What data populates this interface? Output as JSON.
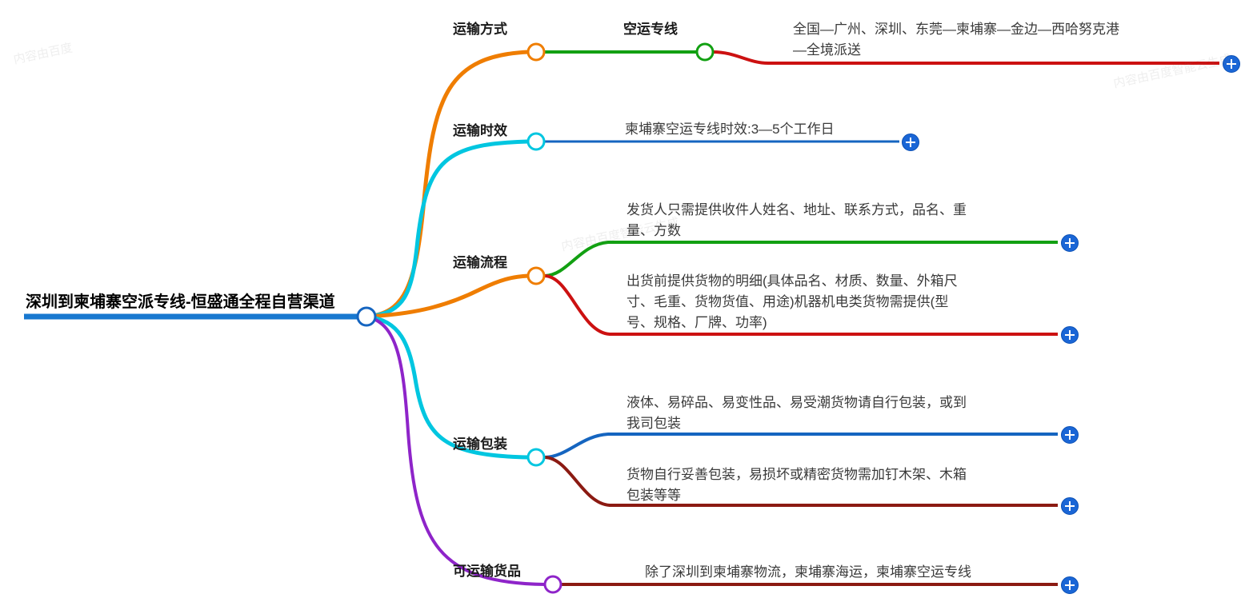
{
  "diagram": {
    "type": "mindmap",
    "root": {
      "label": "深圳到柬埔寨空派专线-恒盛通全程自营渠道",
      "underline_color": "#1878d0",
      "node_color": "#1565c0"
    },
    "branches": [
      {
        "label": "运输方式",
        "node_color": "#ef7d00",
        "stem_color": "#ef7d00",
        "children": [
          {
            "label": "空运专线",
            "node_color": "#12a012",
            "line_color": "#12a012",
            "children": [
              {
                "text_lines": [
                  "全国—广州、深圳、东莞—柬埔寨—金边—西哈努克港",
                  "—全境派送"
                ],
                "line_color": "#cc1111",
                "plus": "+"
              }
            ]
          }
        ]
      },
      {
        "label": "运输时效",
        "node_color": "#00c6e0",
        "stem_color": "#00c6e0",
        "children": [
          {
            "text_lines": [
              "柬埔寨空运专线时效:3—5个工作日"
            ],
            "line_color": "#1565c0",
            "plus": "+"
          }
        ]
      },
      {
        "label": "运输流程",
        "node_color": "#ef7d00",
        "stem_color": "#ef7d00",
        "children": [
          {
            "text_lines": [
              "发货人只需提供收件人姓名、地址、联系方式，品名、重",
              "量、方数"
            ],
            "line_color": "#12a012",
            "plus": "+"
          },
          {
            "text_lines": [
              "出货前提供货物的明细(具体品名、材质、数量、外箱尺",
              "寸、毛重、货物货值、用途)机器机电类货物需提供(型",
              "号、规格、厂牌、功率)"
            ],
            "line_color": "#cc1111",
            "plus": "+"
          }
        ]
      },
      {
        "label": "运输包装",
        "node_color": "#00c6e0",
        "stem_color": "#00c6e0",
        "children": [
          {
            "text_lines": [
              "液体、易碎品、易变性品、易受潮货物请自行包装，或到",
              "我司包装"
            ],
            "line_color": "#1565c0",
            "plus": "+"
          },
          {
            "text_lines": [
              "货物自行妥善包装，易损坏或精密货物需加钉木架、木箱",
              "包装等等"
            ],
            "line_color": "#8b1a12",
            "plus": "+"
          }
        ]
      },
      {
        "label": "可运输货品",
        "node_color": "#8e24c9",
        "stem_color": "#8e24c9",
        "children": [
          {
            "text_lines": [
              "除了深圳到柬埔寨物流，柬埔寨海运，柬埔寨空运专线"
            ],
            "line_color": "#8b1a12",
            "plus": "+"
          }
        ]
      }
    ]
  },
  "labels": {
    "b0": "运输方式",
    "b0c0": "空运专线",
    "b0c0l0_line0": "全国—广州、深圳、东莞—柬埔寨—金边—西哈努克港",
    "b0c0l0_line1": "—全境派送",
    "b1": "运输时效",
    "b1c0_line0": "柬埔寨空运专线时效:3—5个工作日",
    "b2": "运输流程",
    "b2c0_line0": "发货人只需提供收件人姓名、地址、联系方式，品名、重",
    "b2c0_line1": "量、方数",
    "b2c1_line0": "出货前提供货物的明细(具体品名、材质、数量、外箱尺",
    "b2c1_line1": "寸、毛重、货物货值、用途)机器机电类货物需提供(型",
    "b2c1_line2": "号、规格、厂牌、功率)",
    "b3": "运输包装",
    "b3c0_line0": "液体、易碎品、易变性品、易受潮货物请自行包装，或到",
    "b3c0_line1": "我司包装",
    "b3c1_line0": "货物自行妥善包装，易损坏或精密货物需加钉木架、木箱",
    "b3c1_line1": "包装等等",
    "b4": "可运输货品",
    "b4c0_line0": "除了深圳到柬埔寨物流，柬埔寨海运，柬埔寨空运专线",
    "root": "深圳到柬埔寨空派专线-恒盛通全程自营渠道"
  },
  "colors": {
    "orange": "#ef7d00",
    "cyan": "#00c6e0",
    "green": "#12a012",
    "blue": "#1565c0",
    "red": "#cc1111",
    "darkred": "#8b1a12",
    "purple": "#8e24c9",
    "plus_bg": "#1a66d6",
    "root_underline": "#1878d0"
  }
}
